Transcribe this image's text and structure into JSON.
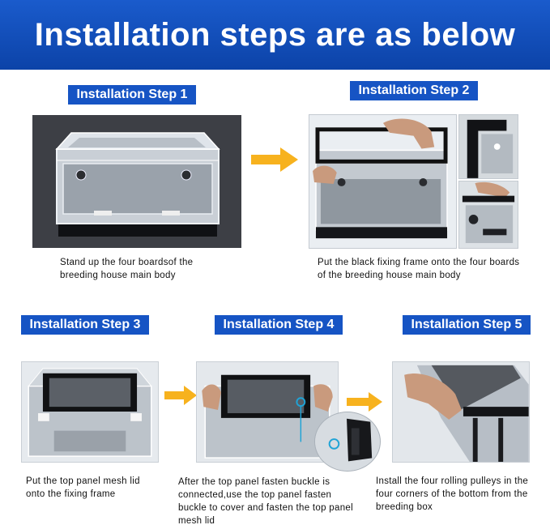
{
  "header": {
    "title": "Installation steps are as below"
  },
  "steps": [
    {
      "label": "Installation Step 1",
      "caption": "Stand up the four boardsof the breeding house main body"
    },
    {
      "label": "Installation Step 2",
      "caption": "Put the black fixing frame onto the four boards of the breeding house main body"
    },
    {
      "label": "Installation Step 3",
      "caption": "Put the top panel mesh lid onto the fixing frame"
    },
    {
      "label": "Installation Step 4",
      "caption": "After the top panel fasten buckle is connected,use the top panel fasten buckle to cover and fasten the top panel mesh lid"
    },
    {
      "label": "Installation Step 5",
      "caption": "Install the four rolling pulleys in the four corners of the bottom from the breeding box"
    }
  ],
  "colors": {
    "banner": "#1654c4",
    "arrow": "#f7b21e",
    "label_bg": "#1654c4"
  }
}
